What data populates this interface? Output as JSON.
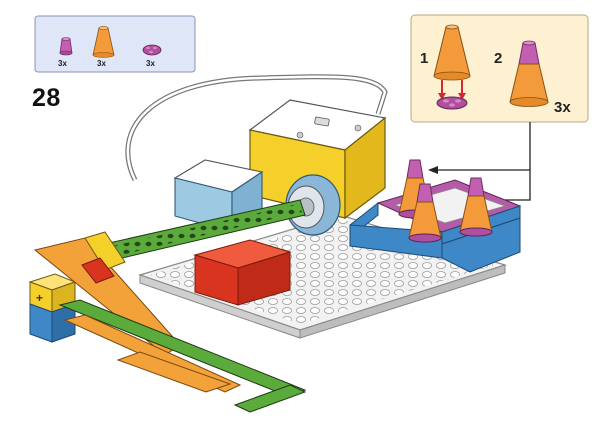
{
  "step": {
    "number": "28"
  },
  "parts_callout": {
    "background": "#dfe6f7",
    "items": [
      {
        "part": "small-magenta-cone",
        "quantity": "3x",
        "color": "#c35fb0"
      },
      {
        "part": "large-orange-cone",
        "quantity": "3x",
        "color": "#f39a3a"
      },
      {
        "part": "magenta-round-plate",
        "quantity": "3x",
        "color": "#b04f9e"
      }
    ]
  },
  "assembly_callout": {
    "background": "#fdf1d2",
    "step_1_label": "1",
    "step_2_label": "2",
    "repeat_label": "3x"
  },
  "colors": {
    "hub_yellow": "#f5cf2a",
    "motor_blue": "#9dc9e3",
    "plate_white": "#f2f2f2",
    "beam_green": "#5aab3c",
    "brick_red": "#d9341f",
    "frame_magenta": "#b45ca8",
    "beam_orange": "#f3a23a"
  }
}
